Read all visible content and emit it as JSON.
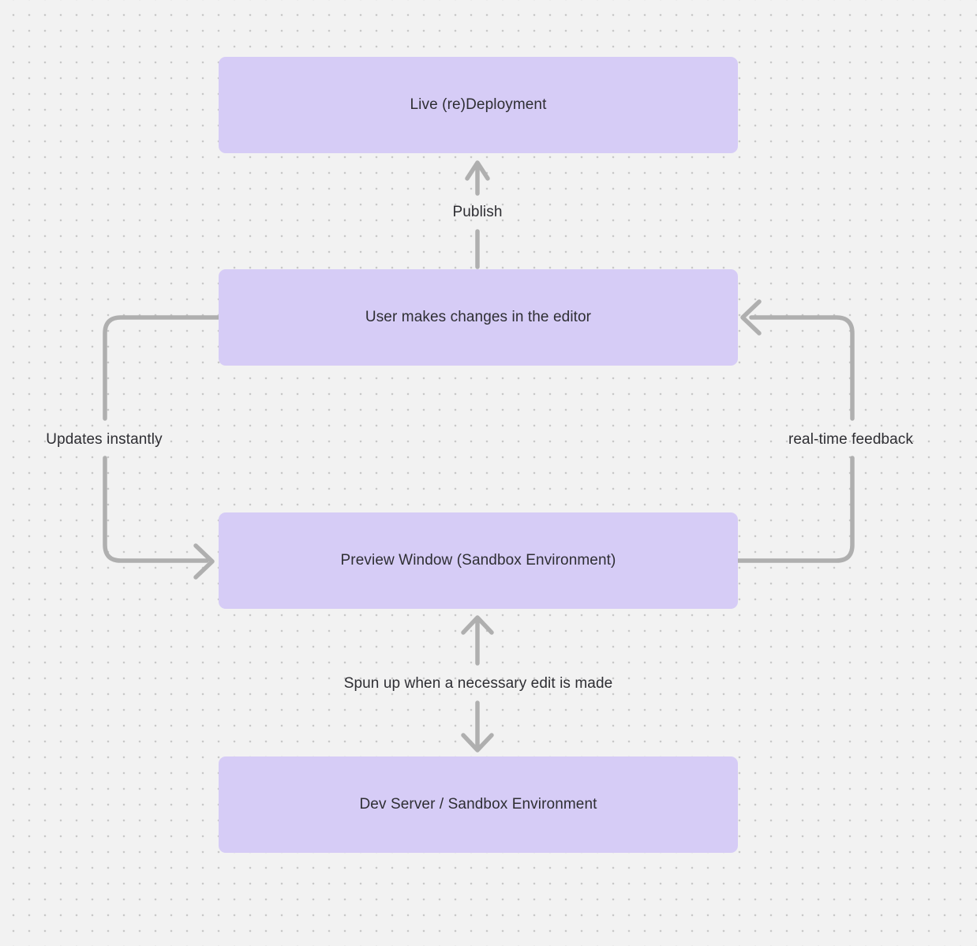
{
  "diagram": {
    "nodes": [
      {
        "id": "live-redeployment",
        "label": "Live (re)Deployment"
      },
      {
        "id": "user-changes",
        "label": "User makes changes in the editor"
      },
      {
        "id": "preview-window",
        "label": "Preview Window (Sandbox Environment)"
      },
      {
        "id": "dev-server",
        "label": "Dev Server / Sandbox Environment"
      }
    ],
    "edges": [
      {
        "id": "publish",
        "label": "Publish",
        "from": "user-changes",
        "to": "live-redeployment",
        "direction": "up"
      },
      {
        "id": "updates-instantly",
        "label": "Updates instantly",
        "from": "user-changes",
        "to": "preview-window",
        "direction": "left-loop-down"
      },
      {
        "id": "real-time-feedback",
        "label": "real-time feedback",
        "from": "preview-window",
        "to": "user-changes",
        "direction": "right-loop-up"
      },
      {
        "id": "spun-up",
        "label": "Spun up when a necessary edit is made",
        "from": "preview-window",
        "to": "dev-server",
        "direction": "bidirectional"
      }
    ],
    "colors": {
      "background": "#F2F2F2",
      "dot": "#C8C8C8",
      "node_fill": "#D6CCF6",
      "arrow": "#AFAFAF",
      "text": "#2E2E33"
    }
  }
}
